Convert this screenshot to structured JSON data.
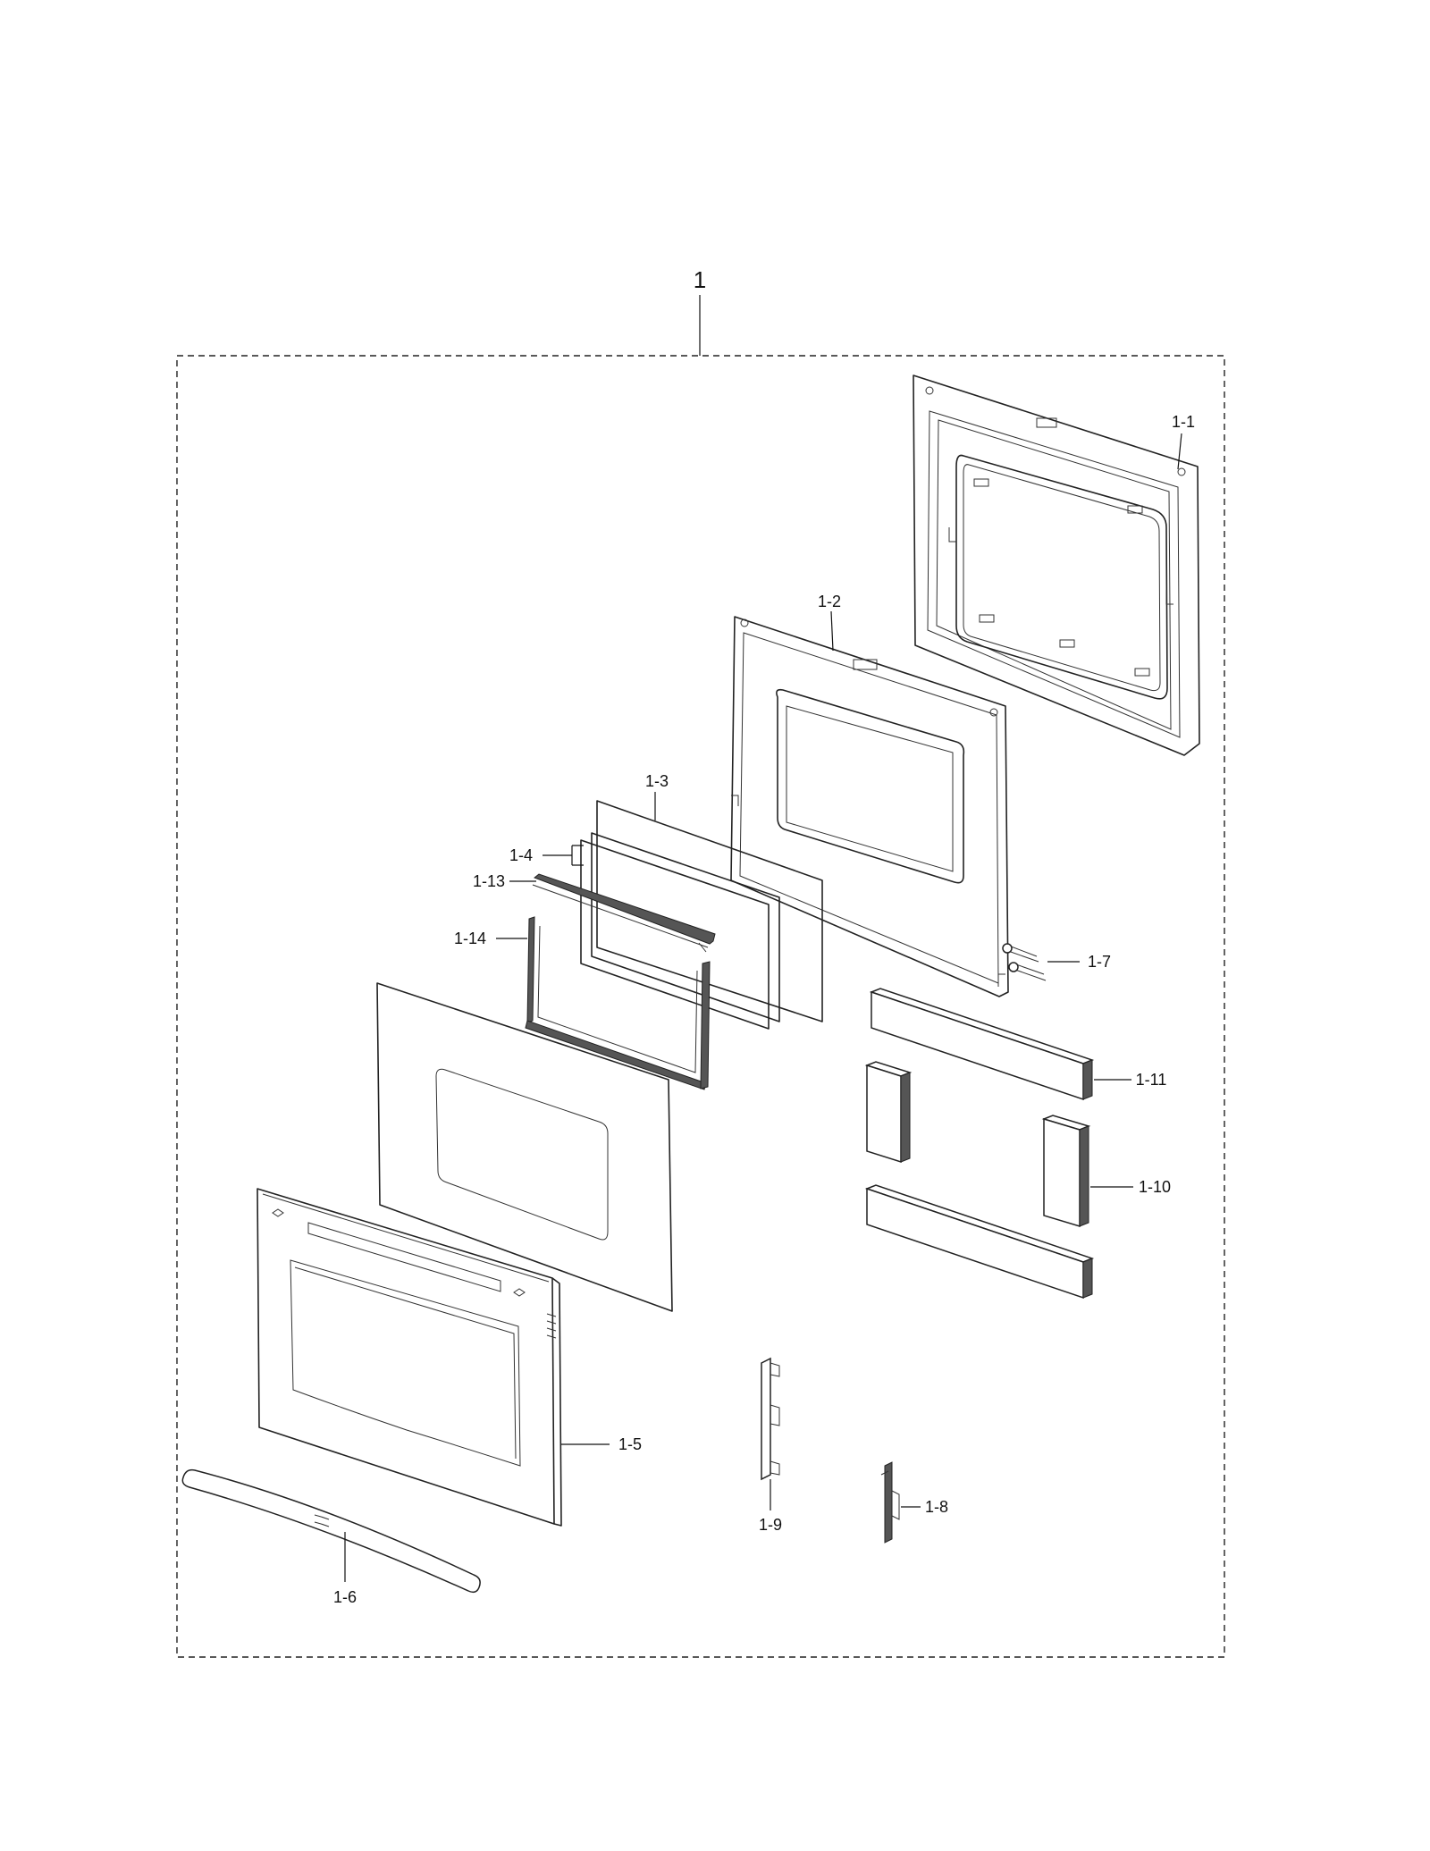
{
  "diagram": {
    "assembly_label": "1",
    "parts": [
      {
        "id": "1-1"
      },
      {
        "id": "1-2"
      },
      {
        "id": "1-3"
      },
      {
        "id": "1-4"
      },
      {
        "id": "1-5"
      },
      {
        "id": "1-6"
      },
      {
        "id": "1-7"
      },
      {
        "id": "1-8"
      },
      {
        "id": "1-9"
      },
      {
        "id": "1-10"
      },
      {
        "id": "1-11"
      },
      {
        "id": "1-13"
      },
      {
        "id": "1-14"
      }
    ]
  }
}
